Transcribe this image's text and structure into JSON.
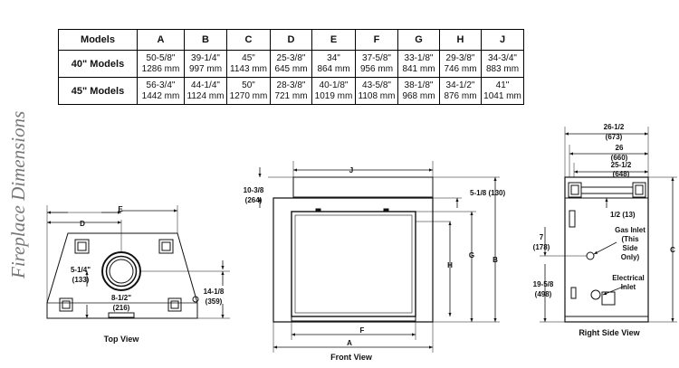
{
  "side_title": "Fireplace Dimensions",
  "table": {
    "headers": [
      "Models",
      "A",
      "B",
      "C",
      "D",
      "E",
      "F",
      "G",
      "H",
      "J"
    ],
    "rows": [
      {
        "model": "40\" Models",
        "cells": [
          {
            "v": "50-5/8\"",
            "mm": "1286 mm"
          },
          {
            "v": "39-1/4\"",
            "mm": "997 mm"
          },
          {
            "v": "45\"",
            "mm": "1143 mm"
          },
          {
            "v": "25-3/8\"",
            "mm": "645 mm"
          },
          {
            "v": "34\"",
            "mm": "864 mm"
          },
          {
            "v": "37-5/8\"",
            "mm": "956 mm"
          },
          {
            "v": "33-1/8\"",
            "mm": "841 mm"
          },
          {
            "v": "29-3/8\"",
            "mm": "746 mm"
          },
          {
            "v": "34-3/4\"",
            "mm": "883 mm"
          }
        ]
      },
      {
        "model": "45\" Models",
        "cells": [
          {
            "v": "56-3/4\"",
            "mm": "1442 mm"
          },
          {
            "v": "44-1/4\"",
            "mm": "1124 mm"
          },
          {
            "v": "50\"",
            "mm": "1270 mm"
          },
          {
            "v": "28-3/8\"",
            "mm": "721 mm"
          },
          {
            "v": "40-1/8\"",
            "mm": "1019 mm"
          },
          {
            "v": "43-5/8\"",
            "mm": "1108 mm"
          },
          {
            "v": "38-1/8\"",
            "mm": "968 mm"
          },
          {
            "v": "34-1/2\"",
            "mm": "876 mm"
          },
          {
            "v": "41\"",
            "mm": "1041 mm"
          }
        ]
      }
    ]
  },
  "top_view": {
    "caption": "Top View",
    "d": "D",
    "e": "E",
    "flue_offset": "5-1/4\"",
    "flue_offset_mm": "(133)",
    "flue_center": "8-1/2\"",
    "flue_center_mm": "(216)",
    "depth": "14-1/8",
    "depth_mm": "(359)"
  },
  "front_view": {
    "caption": "Front View",
    "j": "J",
    "a": "A",
    "f": "F",
    "g": "G",
    "h": "H",
    "b": "B",
    "top_height": "10-3/8",
    "top_height_mm": "(264)",
    "standoff": "5-1/8 (130)"
  },
  "side_view": {
    "caption": "Right Side View",
    "overall_depth": "26-1/2",
    "overall_depth_mm": "(673)",
    "depth_26": "26",
    "depth_26_mm": "(660)",
    "depth_25": "25-1/2",
    "depth_25_mm": "(648)",
    "top_offset": "1/2 (13)",
    "gas_inlet": [
      "Gas Inlet",
      "(This",
      "Side",
      "Only)"
    ],
    "gas_height": "7",
    "gas_height_mm": "(178)",
    "electrical_inlet": [
      "Electrical",
      "Inlet"
    ],
    "elec_height": "19-5/8",
    "elec_height_mm": "(498)",
    "c": "C"
  }
}
